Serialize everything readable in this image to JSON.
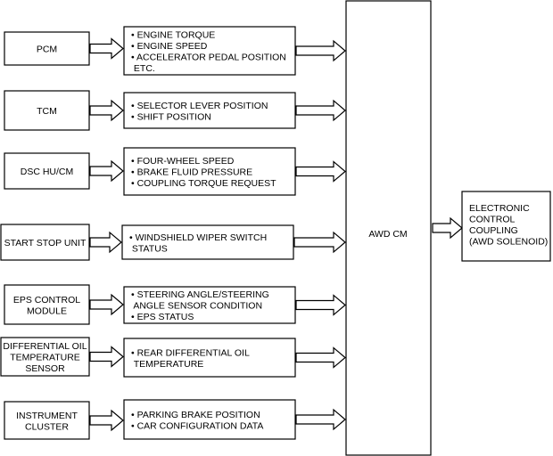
{
  "center_label": "AWD CM",
  "output_label": [
    "ELECTRONIC",
    "CONTROL",
    "COUPLING",
    "(AWD SOLENOID)"
  ],
  "inputs": [
    {
      "source": [
        "PCM"
      ],
      "signals": [
        "• ENGINE TORQUE",
        "• ENGINE SPEED",
        "• ACCELERATOR PEDAL POSITION",
        "  ETC."
      ]
    },
    {
      "source": [
        "TCM"
      ],
      "signals": [
        "• SELECTOR LEVER POSITION",
        "• SHIFT POSITION"
      ]
    },
    {
      "source": [
        "DSC HU/CM"
      ],
      "signals": [
        "• FOUR-WHEEL SPEED",
        "• BRAKE FLUID PRESSURE",
        "• COUPLING TORQUE REQUEST"
      ]
    },
    {
      "source": [
        "START STOP UNIT"
      ],
      "signals": [
        "• WINDSHIELD WIPER SWITCH",
        "  STATUS"
      ]
    },
    {
      "source": [
        "EPS CONTROL",
        "MODULE"
      ],
      "signals": [
        "• STEERING ANGLE/STEERING",
        "  ANGLE SENSOR CONDITION",
        "• EPS STATUS"
      ]
    },
    {
      "source": [
        "DIFFERENTIAL OIL",
        "TEMPERATURE",
        "SENSOR"
      ],
      "signals": [
        "• REAR DIFFERENTIAL OIL",
        "  TEMPERATURE"
      ]
    },
    {
      "source": [
        "INSTRUMENT",
        "CLUSTER"
      ],
      "signals": [
        "• PARKING BRAKE POSITION",
        "• CAR CONFIGURATION DATA"
      ]
    }
  ]
}
